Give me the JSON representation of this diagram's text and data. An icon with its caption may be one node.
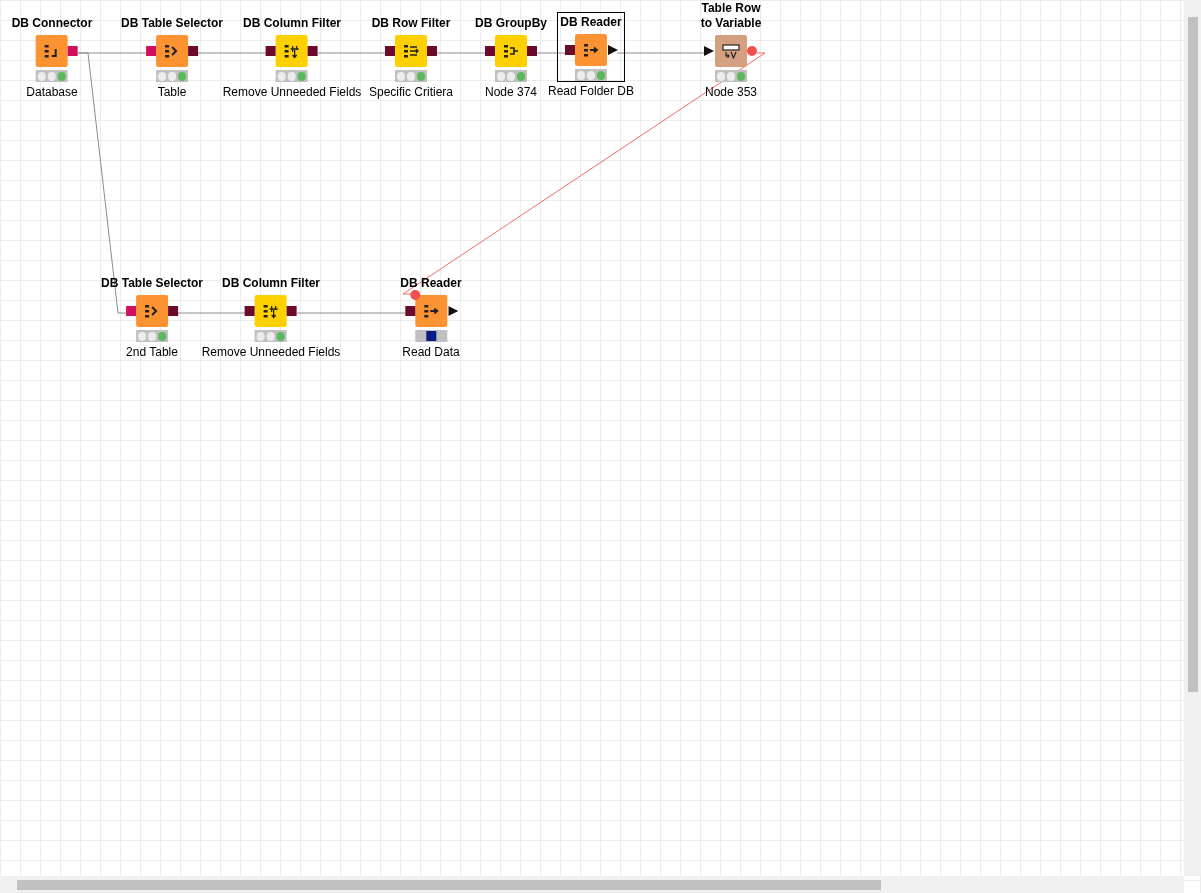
{
  "diagram": {
    "nodes": [
      {
        "text": [
          "DB Connector",
          "Database"
        ]
      },
      {
        "text": [
          "DB Table Selector",
          "Table"
        ]
      },
      {
        "text": [
          "DB Column Filter",
          "Remove Unneeded Fields"
        ]
      },
      {
        "text": [
          "DB Row Filter",
          "Specific Critiera"
        ]
      },
      {
        "text": [
          "DB GroupBy",
          "Node 374"
        ]
      },
      {
        "text": [
          "DB Reader",
          "Read Folder DB"
        ]
      },
      {
        "text": [
          "Table Row to Variable",
          "Node 353"
        ]
      },
      {
        "text": [
          "DB Table Selector",
          "2nd Table"
        ]
      },
      {
        "text": [
          "DB Column Filter",
          "Remove Unneeded Fields"
        ]
      },
      {
        "text": [
          "DB Reader",
          "Read Data"
        ]
      }
    ],
    "edges": [
      {
        "from": 0,
        "to": 1,
        "arrow": "none"
      },
      {
        "from": 1,
        "to": 2,
        "arrow": "none"
      },
      {
        "from": 2,
        "to": 3,
        "arrow": "none"
      },
      {
        "from": 3,
        "to": 4,
        "arrow": "none"
      },
      {
        "from": 4,
        "to": 5,
        "arrow": "none"
      },
      {
        "from": 5,
        "to": 6,
        "arrow": "none"
      },
      {
        "from": 0,
        "to": 7,
        "arrow": "none"
      },
      {
        "from": 7,
        "to": 8,
        "arrow": "none"
      },
      {
        "from": 8,
        "to": 9,
        "arrow": "none"
      },
      {
        "from": 6,
        "to": 9,
        "arrow": "none",
        "color": "#f26b6b"
      }
    ]
  }
}
